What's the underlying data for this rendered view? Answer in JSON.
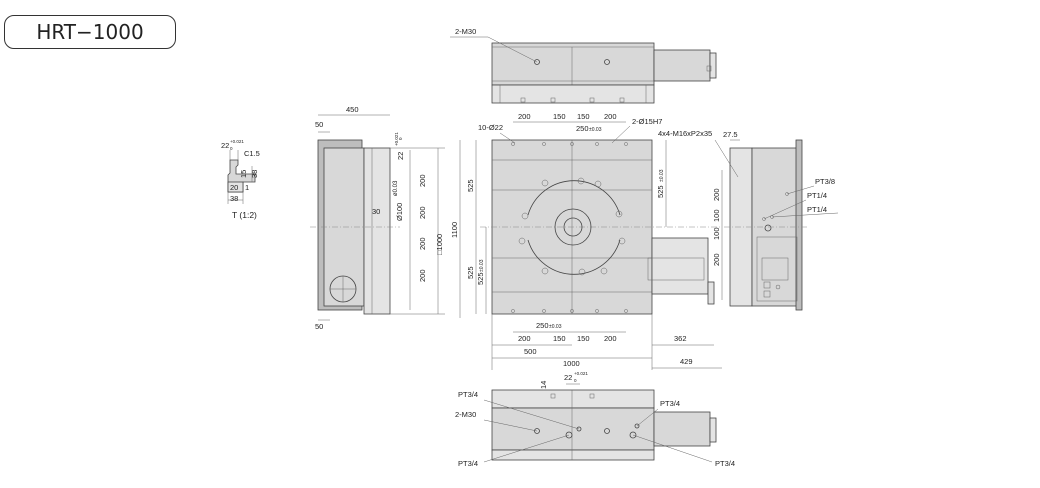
{
  "title": "HRT−1000",
  "detail": {
    "tol_width": "22",
    "tol_up": "+0.021",
    "tol_low": "0",
    "chamfer": "C1.5",
    "d15": "15",
    "d38a": "38",
    "d20": "20",
    "d1": "1",
    "d38b": "38",
    "caption": "T (1:2)"
  },
  "top_view": {
    "label_m30": "2-M30"
  },
  "side_view": {
    "d450": "450",
    "d50_top": "50",
    "d50_bot": "50",
    "d22": "22",
    "tol_up": "+0.021",
    "tol_low": "0",
    "d30": "30",
    "d200a": "200",
    "d200b": "200",
    "d200c": "200",
    "d200d": "200",
    "d100": "Ø100",
    "d0_03": "ø0.03",
    "sq1000": "□1000",
    "d1100": "1100"
  },
  "front_view": {
    "holes": "10-Ø22",
    "d200_l": "200",
    "d150_l": "150",
    "d150_r": "150",
    "d200_r": "200",
    "d250_top": "250",
    "tol_250": "±0.03",
    "d15h7": "2-Ø15H7",
    "d525_tl": "525",
    "d525_tr": "525",
    "d525_bl": "525",
    "d525_bl2": "525",
    "tol_525": "±0.03",
    "d250_bot": "250",
    "d200_bl": "200",
    "d150_bl": "150",
    "d150_br": "150",
    "d200_br": "200",
    "d500": "500",
    "d1000": "1000",
    "d362": "362",
    "d429": "429"
  },
  "right_view": {
    "thread": "4x4-M16xP2x35",
    "d27_5": "27.5",
    "pt38": "PT3/8",
    "pt14a": "PT1/4",
    "pt14b": "PT1/4",
    "d200a": "200",
    "d100a": "100",
    "d100b": "100",
    "d200b": "200"
  },
  "bottom_view": {
    "d14": "14",
    "d22": "22",
    "tol_up": "+0.021",
    "tol_low": "0",
    "pt34_tl": "PT3/4",
    "m30": "2-M30",
    "pt34_tr": "PT3/4",
    "pt34_bl": "PT3/4",
    "pt34_br": "PT3/4"
  }
}
